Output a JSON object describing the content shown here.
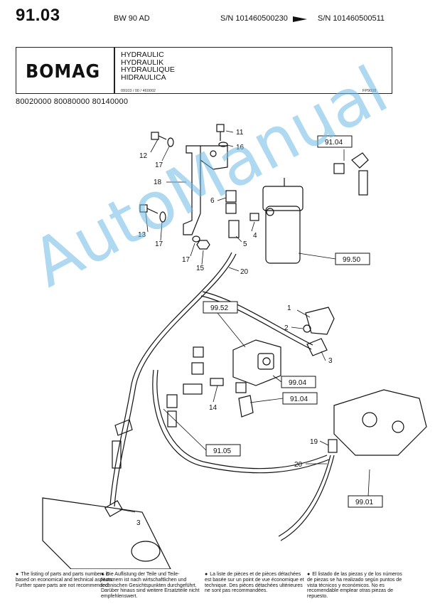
{
  "header": {
    "section_number": "91.03",
    "model": "BW 90 AD",
    "serial_from": "S/N 101460500230",
    "serial_to": "S/N 101460500511",
    "logo": "BOMAG",
    "titles": [
      "HYDRAULIC",
      "HYDRAULIK",
      "HYDRAULIQUE",
      "HIDRAULICA"
    ],
    "doc_code": "09103 / 00 / 460002",
    "figure_code": "FP9008",
    "part_numbers": "80020000  80080000  80140000"
  },
  "callouts": {
    "n1": "1",
    "n2": "2",
    "n3a": "3",
    "n3b": "3",
    "n4": "4",
    "n5": "5",
    "n6": "6",
    "n11": "11",
    "n12": "12",
    "n13": "13",
    "n14": "14",
    "n15": "15",
    "n16": "16",
    "n17a": "17",
    "n17b": "17",
    "n17c": "17",
    "n18": "18",
    "n19": "19",
    "n20a": "20",
    "n20b": "20"
  },
  "refs": {
    "r9104a": "91.04",
    "r9950": "99.50",
    "r9952": "99.52",
    "r9904": "99.04",
    "r9104b": "91.04",
    "r9105": "91.05",
    "r9901": "99.01"
  },
  "watermark": "AutoManual",
  "footer": {
    "en": "The listing of parts and parts numbers is based on economical and technical aspects. Further spare parts are not recommended.",
    "de": "Die Auflistung der Teile und Teile-Nummern ist nach wirtschaftlichen und technischen Gesichtspunkten durchgeführt. Darüber hinaus sind weitere Ersatzteile nicht empfehlenswert.",
    "fr": "La liste de pièces et de pièces détachées est basée sur un point de vue économique et technique. Des pièces détachées ultérieures ne sont pas recommandées.",
    "es": "El listado de las piezas y de los números de piezas se ha realizado según puntos de vista técnicos y económicos. No es recomendable emplear otras piezas de repuesto."
  }
}
